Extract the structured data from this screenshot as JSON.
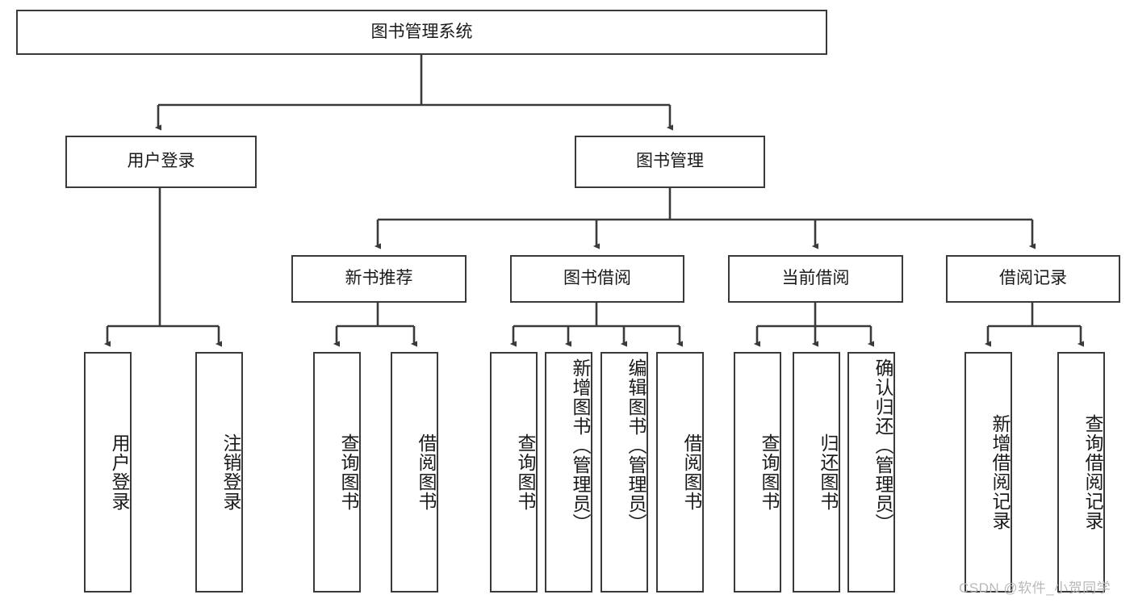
{
  "diagram": {
    "type": "tree",
    "title_node": "图书管理系统",
    "watermark": "CSDN @软件_小贺同学",
    "colors": {
      "stroke": "#3a3a3a",
      "fill": "#ffffff",
      "text": "#1a1a1a",
      "watermark": "#b9b9b9"
    },
    "nodes": {
      "root": {
        "label": "图书管理系统"
      },
      "level2": [
        {
          "id": "user-login",
          "label": "用户登录"
        },
        {
          "id": "book-manage",
          "label": "图书管理"
        }
      ],
      "level3": [
        {
          "id": "new-book-recommend",
          "label": "新书推荐"
        },
        {
          "id": "book-borrow",
          "label": "图书借阅"
        },
        {
          "id": "current-borrow",
          "label": "当前借阅"
        },
        {
          "id": "borrow-record",
          "label": "借阅记录"
        }
      ],
      "leaves": {
        "user_login": [
          {
            "id": "leaf-user-login",
            "label": "用户登录"
          },
          {
            "id": "leaf-logout-login",
            "label": "注销登录"
          }
        ],
        "new_book_recommend": [
          {
            "id": "leaf-query-book-1",
            "label": "查询图书"
          },
          {
            "id": "leaf-borrow-book-1",
            "label": "借阅图书"
          }
        ],
        "book_borrow": [
          {
            "id": "leaf-query-book-2",
            "label": "查询图书"
          },
          {
            "id": "leaf-add-book-admin",
            "label": "新增图书（管理员）"
          },
          {
            "id": "leaf-edit-book-admin",
            "label": "编辑图书（管理员）"
          },
          {
            "id": "leaf-borrow-book-2",
            "label": "借阅图书"
          }
        ],
        "current_borrow": [
          {
            "id": "leaf-query-book-3",
            "label": "查询图书"
          },
          {
            "id": "leaf-return-book",
            "label": "归还图书"
          },
          {
            "id": "leaf-confirm-return-admin",
            "label": "确认归还（管理员）"
          }
        ],
        "borrow_record": [
          {
            "id": "leaf-add-borrow-record",
            "label": "新增借阅记录"
          },
          {
            "id": "leaf-query-borrow-record",
            "label": "查询借阅记录"
          }
        ]
      }
    }
  }
}
